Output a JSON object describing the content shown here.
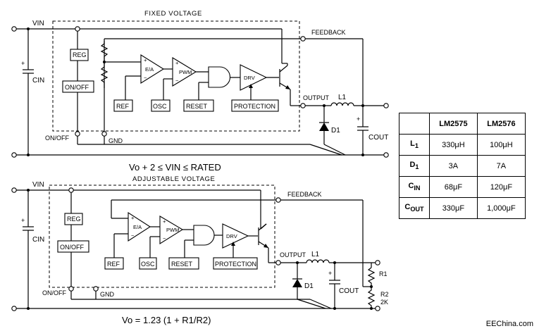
{
  "fixed": {
    "title": "FIXED VOLTAGE",
    "vin": "VIN",
    "cin": "CIN",
    "reg": "REG",
    "onoff": "ON/OFF",
    "onoff_pin": "ON/OFF",
    "gnd": "GND",
    "feedback": "FEEDBACK",
    "ea": "E/A",
    "pwm": "PWM",
    "drv": "DRV",
    "ref": "REF",
    "osc": "OSC",
    "reset": "RESET",
    "protection": "PROTECTION",
    "output": "OUTPUT",
    "l1": "L1",
    "d1": "D1",
    "cout": "COUT",
    "plus": "+",
    "minus": "−"
  },
  "fixed_equation": "Vo + 2 ≤ VIN ≤ RATED",
  "adjustable": {
    "title": "ADJUSTABLE VOLTAGE",
    "vin": "VIN",
    "cin": "CIN",
    "reg": "REG",
    "onoff": "ON/OFF",
    "onoff_pin": "ON/OFF",
    "gnd": "GND",
    "feedback": "FEEDBACK",
    "ea": "E/A",
    "pwm": "PWM",
    "drv": "DRV",
    "ref": "REF",
    "osc": "OSC",
    "reset": "RESET",
    "protection": "PROTECTION",
    "output": "OUTPUT",
    "l1": "L1",
    "d1": "D1",
    "cout": "COUT",
    "r1": "R1",
    "r2": "R2",
    "r2_value": "2K",
    "plus": "+",
    "minus": "−"
  },
  "adjustable_equation": "Vo = 1.23 (1 + R1/R2)",
  "table": {
    "headers": [
      "",
      "LM2575",
      "LM2576"
    ],
    "rows": [
      {
        "param": "L",
        "sub": "1",
        "a": "330μH",
        "b": "100μH"
      },
      {
        "param": "D",
        "sub": "1",
        "a": "3A",
        "b": "7A"
      },
      {
        "param": "C",
        "sub": "IN",
        "a": "68μF",
        "b": "120μF"
      },
      {
        "param": "C",
        "sub": "OUT",
        "a": "330μF",
        "b": "1,000μF"
      }
    ]
  },
  "credit": "EEChina.com"
}
